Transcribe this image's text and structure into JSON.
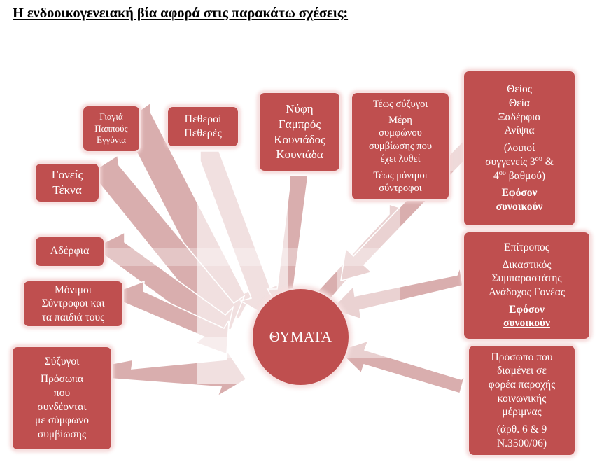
{
  "page": {
    "title": "Η ενδοοικογενειακή βία αφορά στις παρακάτω σχέσεις:"
  },
  "center": {
    "label": "ΘΥΜΑΤΑ"
  },
  "emphasis_note": {
    "line1": "Εφόσον",
    "line2": "συνοικούν"
  },
  "nodes": {
    "grandparents": {
      "name": "grandparents",
      "lines": [
        "Γιαγιά",
        "Παππούς",
        "Εγγόνια"
      ]
    },
    "parents": {
      "name": "parents-children",
      "lines": [
        "Γονείς",
        "Τέκνα"
      ]
    },
    "siblings": {
      "name": "siblings",
      "lines": [
        "Αδέρφια"
      ]
    },
    "partners": {
      "name": "permanent-partners",
      "lines": [
        "Μόνιμοι",
        "Σύντροφοι και",
        "τα παιδιά τους"
      ]
    },
    "spouses": {
      "name": "spouses-civil-partners",
      "lines": [
        "Σύζυγοι",
        "Πρόσωπα",
        "που",
        "συνδέονται",
        "με σύμφωνο",
        "συμβίωσης"
      ]
    },
    "inlaws1": {
      "name": "parents-in-law",
      "lines": [
        "Πεθεροί",
        "Πεθερές"
      ]
    },
    "inlaws2": {
      "name": "siblings-in-law",
      "lines": [
        "Νύφη",
        "Γαμπρός",
        "Κουνιάδος",
        "Κουνιάδα"
      ]
    },
    "ex": {
      "name": "former-spouses-partners",
      "lines": [
        "Τέως σύζυγοι",
        "Μέρη",
        "συμφώνου",
        "συμβίωσης που",
        "έχει λυθεί",
        "Τέως μόνιμοι",
        "σύντροφοι"
      ]
    },
    "relatives": {
      "name": "extended-relatives",
      "lines": [
        "Θείος",
        "Θεία",
        "Ξαδέρφια",
        "Ανίψια"
      ],
      "degree_line_a": "(λοιποί",
      "degree_line_b_pre": "συγγενείς 3",
      "degree_line_b_sup": "ου",
      "degree_line_b_post": " &",
      "degree_line_c_pre": "4",
      "degree_line_c_sup": "ου",
      "degree_line_c_post": " βαθμού)",
      "emph1": "Εφόσον",
      "emph2": "συνοικούν"
    },
    "guardian": {
      "name": "guardian-foster",
      "lines": [
        "Επίτροπος",
        "Δικαστικός",
        "Συμπαραστάτης",
        "Ανάδοχος Γονέας"
      ],
      "emph1": "Εφόσον",
      "emph2": "συνοικούν"
    },
    "institution": {
      "name": "welfare-institution-resident",
      "lines": [
        "Πρόσωπο που",
        "διαμένει σε",
        "φορέα παροχής",
        "κοινωνικής",
        "μέριμνας"
      ],
      "ref1": "(άρθ. 6 & 9",
      "ref2": "Ν.3500/06)"
    }
  },
  "colors": {
    "box_fill": "#bf4f4f",
    "box_border": "#f6e2e2",
    "arrow_fill": "#d9aeae",
    "arrow_edge": "#ffffff",
    "text": "#ffffff",
    "title": "#000000",
    "overlay_wash": "rgba(255,255,255,0.58)"
  }
}
